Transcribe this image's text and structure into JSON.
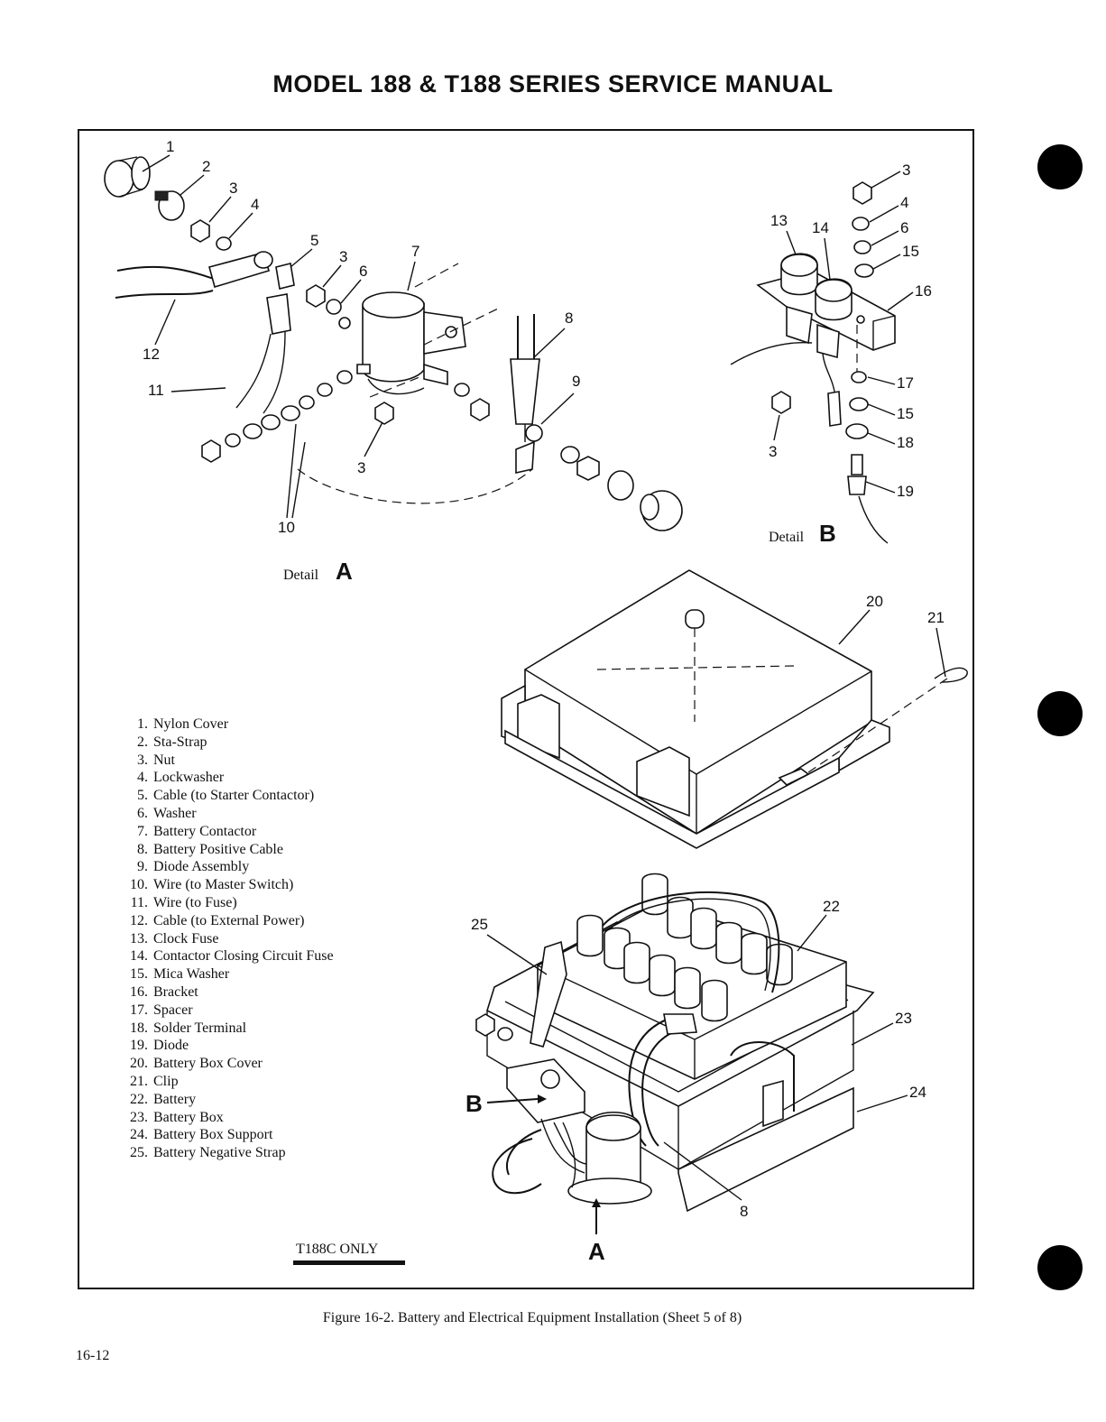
{
  "header": {
    "title": "MODEL 188 & T188 SERIES SERVICE MANUAL"
  },
  "figure": {
    "detail_a": {
      "word": "Detail",
      "letter": "A"
    },
    "detail_b": {
      "word": "Detail",
      "letter": "B"
    },
    "view_labels": {
      "a": "A",
      "b": "B"
    },
    "callouts_a": [
      "1",
      "2",
      "3",
      "4",
      "5",
      "3",
      "6",
      "7",
      "8",
      "12",
      "11",
      "9",
      "3",
      "10"
    ],
    "callouts_b": [
      "3",
      "4",
      "6",
      "15",
      "13",
      "14",
      "16",
      "17",
      "15",
      "18",
      "3",
      "19"
    ],
    "callouts_main": [
      "20",
      "21",
      "22",
      "25",
      "23",
      "24",
      "8"
    ]
  },
  "legend": [
    {
      "num": "1.",
      "text": "Nylon Cover"
    },
    {
      "num": "2.",
      "text": "Sta-Strap"
    },
    {
      "num": "3.",
      "text": "Nut"
    },
    {
      "num": "4.",
      "text": "Lockwasher"
    },
    {
      "num": "5.",
      "text": "Cable (to Starter Contactor)"
    },
    {
      "num": "6.",
      "text": "Washer"
    },
    {
      "num": "7.",
      "text": "Battery Contactor"
    },
    {
      "num": "8.",
      "text": "Battery Positive Cable"
    },
    {
      "num": "9.",
      "text": "Diode Assembly"
    },
    {
      "num": "10.",
      "text": "Wire (to Master Switch)"
    },
    {
      "num": "11.",
      "text": "Wire (to Fuse)"
    },
    {
      "num": "12.",
      "text": "Cable (to External Power)"
    },
    {
      "num": "13.",
      "text": "Clock Fuse"
    },
    {
      "num": "14.",
      "text": "Contactor Closing Circuit Fuse"
    },
    {
      "num": "15.",
      "text": "Mica Washer"
    },
    {
      "num": "16.",
      "text": "Bracket"
    },
    {
      "num": "17.",
      "text": "Spacer"
    },
    {
      "num": "18.",
      "text": "Solder Terminal"
    },
    {
      "num": "19.",
      "text": "Diode"
    },
    {
      "num": "20.",
      "text": "Battery Box Cover"
    },
    {
      "num": "21.",
      "text": "Clip"
    },
    {
      "num": "22.",
      "text": "Battery"
    },
    {
      "num": "23.",
      "text": "Battery Box"
    },
    {
      "num": "24.",
      "text": "Battery Box Support"
    },
    {
      "num": "25.",
      "text": "Battery Negative Strap"
    }
  ],
  "note": {
    "text": "T188C ONLY"
  },
  "caption": {
    "text": "Figure 16-2. Battery and Electrical Equipment Installation (Sheet 5 of 8)"
  },
  "footer": {
    "page_number": "16-12"
  }
}
